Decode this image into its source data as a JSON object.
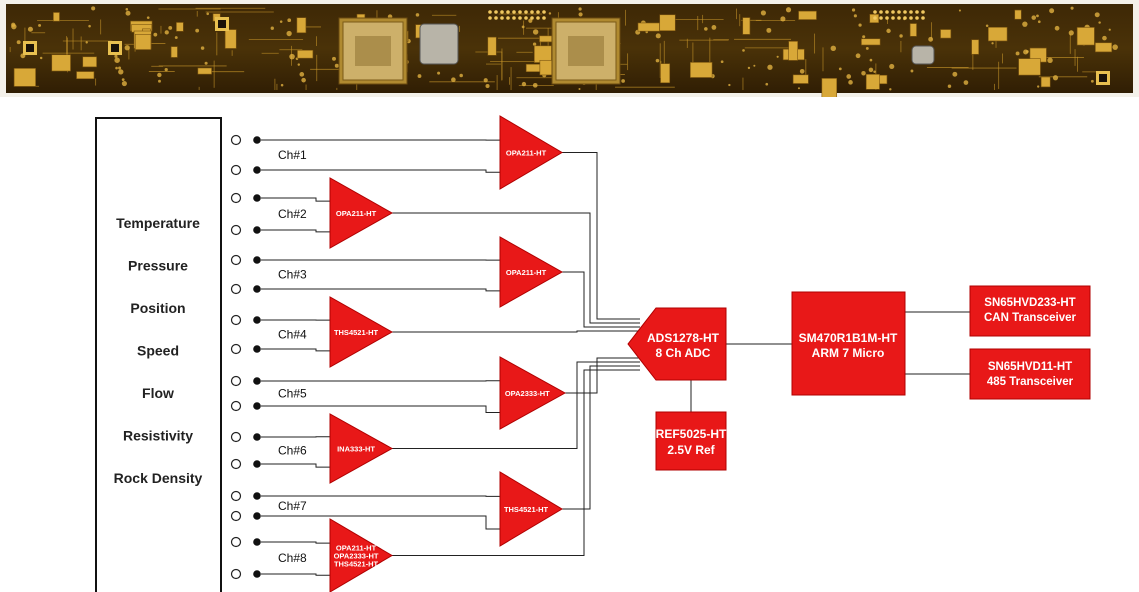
{
  "photo": {
    "alt": "printed circuit board"
  },
  "colors": {
    "block_fill": "#e81818",
    "block_stroke": "#b00000",
    "wire": "#222222",
    "pcb_base": "#4a3208",
    "pcb_gold": "#c8962a"
  },
  "measurements": [
    "Temperature",
    "Pressure",
    "Position",
    "Speed",
    "Flow",
    "Resistivity",
    "Rock Density"
  ],
  "channels": [
    {
      "label": "Ch#1",
      "amp": [
        "OPA211-HT"
      ]
    },
    {
      "label": "Ch#2",
      "amp": [
        "OPA211-HT"
      ]
    },
    {
      "label": "Ch#3",
      "amp": [
        "OPA211-HT"
      ]
    },
    {
      "label": "Ch#4",
      "amp": [
        "THS4521-HT"
      ]
    },
    {
      "label": "Ch#5",
      "amp": [
        "OPA2333-HT"
      ]
    },
    {
      "label": "Ch#6",
      "amp": [
        "INA333-HT"
      ]
    },
    {
      "label": "Ch#7",
      "amp": [
        "THS4521-HT"
      ]
    },
    {
      "label": "Ch#8",
      "amp": [
        "OPA211-HT",
        "OPA2333-HT",
        "THS4521-HT"
      ]
    }
  ],
  "adc": {
    "line1": "ADS1278-HT",
    "line2": "8 Ch ADC"
  },
  "ref": {
    "line1": "REF5025-HT",
    "line2": "2.5V Ref"
  },
  "mcu": {
    "line1": "SM470R1B1M-HT",
    "line2": "ARM 7 Micro"
  },
  "can": {
    "line1": "SN65HVD233-HT",
    "line2": "CAN Transceiver"
  },
  "rs485": {
    "line1": "SN65HVD11-HT",
    "line2": "485 Transceiver"
  }
}
